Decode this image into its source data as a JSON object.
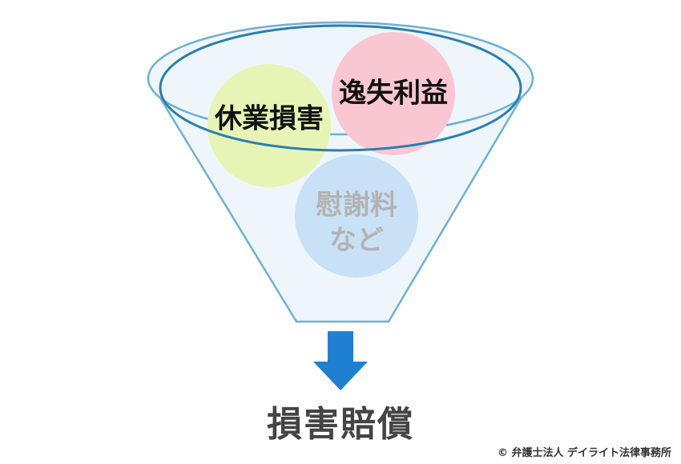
{
  "diagram": {
    "bubbles": {
      "kyugyo": {
        "label": "休業損害",
        "color": "#e6f5b5",
        "text_color": "#111111"
      },
      "isshitsu": {
        "label": "逸失利益",
        "color": "#f9c7d2",
        "text_color": "#111111"
      },
      "isharyo": {
        "line1": "慰謝料",
        "line2": "など",
        "color": "#c8e1f6",
        "text_color": "#b3b3b3"
      }
    },
    "funnel": {
      "stroke_color": "#6fb0d6",
      "rim_color": "#2a7fb0",
      "fill_color": "#eef6fb"
    },
    "arrow": {
      "icon": "arrow-down-icon",
      "color": "#1f7fd0"
    },
    "result": "損害賠償",
    "copyright": "© 弁護士法人 デイライト法律事務所"
  }
}
